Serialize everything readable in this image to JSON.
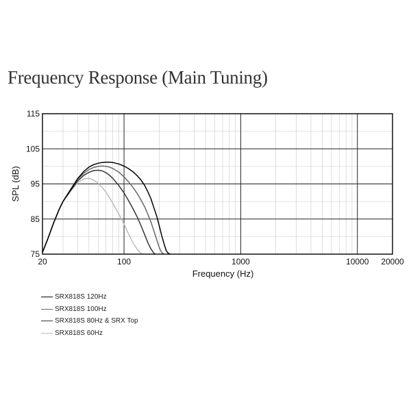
{
  "chart_data": {
    "type": "line",
    "title": "Frequency Response (Main Tuning)",
    "xlabel": "Frequency (Hz)",
    "ylabel": "SPL (dB)",
    "xscale": "log",
    "xlim": [
      20,
      20000
    ],
    "ylim": [
      75,
      115
    ],
    "xticks": [
      20,
      100,
      1000,
      10000,
      20000
    ],
    "yticks": [
      75,
      85,
      95,
      105,
      115
    ],
    "grid": true,
    "legend_position": "bottom-left",
    "series": [
      {
        "name": "SRX818S 120Hz",
        "color": "#000000",
        "x": [
          20,
          22,
          25,
          28,
          30,
          35,
          40,
          45,
          50,
          55,
          60,
          65,
          70,
          75,
          80,
          90,
          100,
          110,
          120,
          130,
          140,
          150,
          160,
          170,
          180,
          190,
          200,
          210,
          220,
          230,
          240,
          250
        ],
        "y": [
          75.5,
          79,
          84,
          88,
          90,
          93.5,
          96.5,
          98.5,
          99.8,
          100.5,
          100.9,
          101.1,
          101.2,
          101.2,
          101.1,
          100.7,
          100.1,
          99.3,
          98.4,
          97.3,
          96.1,
          94.6,
          92.8,
          90.8,
          88.3,
          86,
          83.2,
          80.4,
          78,
          76,
          75.2,
          75
        ]
      },
      {
        "name": "SRX818S 100Hz",
        "color": "#666666",
        "x": [
          20,
          22,
          25,
          28,
          30,
          35,
          40,
          45,
          50,
          55,
          60,
          65,
          70,
          75,
          80,
          90,
          100,
          110,
          120,
          130,
          140,
          150,
          160,
          170,
          180,
          190,
          200,
          210,
          220
        ],
        "y": [
          75.5,
          79,
          84,
          88,
          90,
          93.5,
          96.3,
          98,
          99.1,
          99.7,
          100,
          100.1,
          100,
          99.8,
          99.4,
          98.4,
          97,
          95.5,
          93.9,
          92.2,
          90.4,
          88.5,
          86.4,
          84.2,
          81.7,
          79.3,
          77,
          75.5,
          75
        ]
      },
      {
        "name": "SRX818S 80Hz & SRX Top",
        "color": "#333333",
        "x": [
          20,
          22,
          25,
          28,
          30,
          35,
          40,
          45,
          50,
          55,
          60,
          65,
          70,
          75,
          80,
          90,
          100,
          110,
          120,
          130,
          140,
          150,
          160,
          170,
          180,
          185
        ],
        "y": [
          75.5,
          79,
          84,
          88,
          90,
          93.2,
          95.8,
          97.4,
          98.3,
          98.8,
          98.9,
          98.7,
          98.2,
          97.5,
          96.6,
          94.6,
          92.4,
          90.1,
          87.8,
          85.5,
          83.1,
          80.6,
          78.3,
          76.5,
          75.3,
          75
        ]
      },
      {
        "name": "SRX818S 60Hz",
        "color": "#bbbbbb",
        "x": [
          20,
          22,
          25,
          28,
          30,
          35,
          40,
          45,
          50,
          55,
          60,
          65,
          70,
          75,
          80,
          90,
          100,
          110,
          120,
          130,
          140,
          145
        ],
        "y": [
          75.5,
          79,
          84,
          88,
          90,
          93,
          95.3,
          96.4,
          96.6,
          96.1,
          95.2,
          94,
          92.6,
          91.1,
          89.5,
          86.5,
          83.5,
          80.6,
          78.1,
          76.3,
          75.2,
          75
        ]
      }
    ]
  }
}
